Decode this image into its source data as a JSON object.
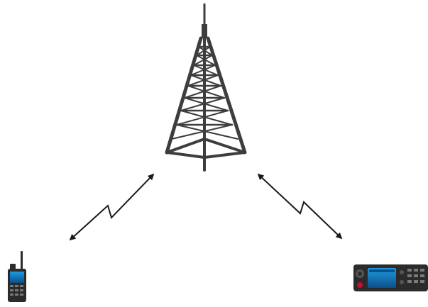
{
  "diagram": {
    "nodes": [
      {
        "id": "tower",
        "icon": "radio-tower-icon"
      },
      {
        "id": "portable",
        "icon": "portable-radio-icon"
      },
      {
        "id": "mobile",
        "icon": "mobile-radio-icon"
      }
    ],
    "links": [
      {
        "from": "portable",
        "to": "tower",
        "style": "wireless-bidirectional"
      },
      {
        "from": "tower",
        "to": "mobile",
        "style": "wireless-bidirectional"
      }
    ]
  },
  "colors": {
    "tower": "#3d3d3d",
    "arrow": "#1a1a1a",
    "device_body": "#2b2b2b",
    "screen": "#1e9be0",
    "screen_dark": "#0d4f8a",
    "accent_red": "#c8102e"
  }
}
